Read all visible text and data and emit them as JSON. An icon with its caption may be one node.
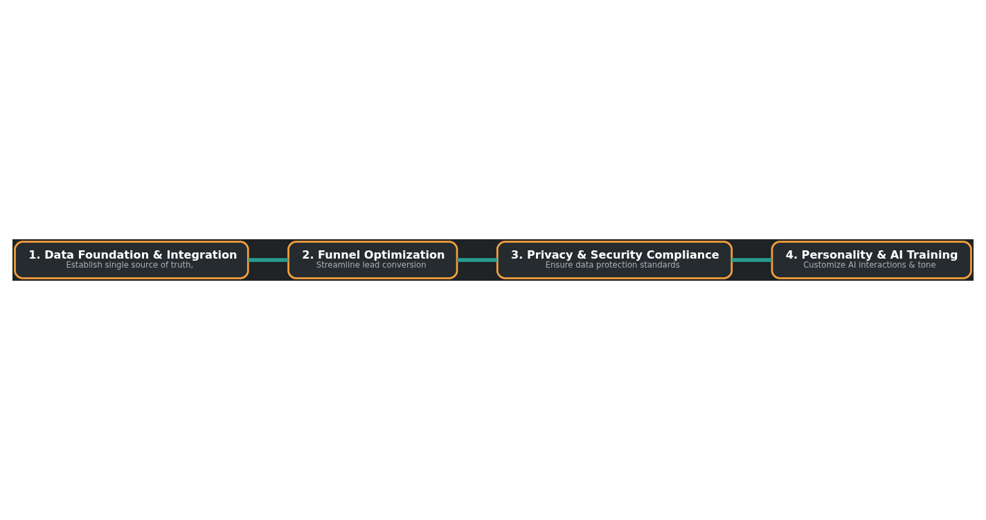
{
  "diagram": {
    "nodes": [
      {
        "text": [
          "1. Data Foundation & Integration",
          "Establish single source of truth,"
        ]
      },
      {
        "text": [
          "2. Funnel Optimization",
          "Streamline lead conversion"
        ]
      },
      {
        "text": [
          "3. Privacy & Security Compliance",
          "Ensure data protection standards"
        ]
      },
      {
        "text": [
          "4. Personality & AI Training",
          "Customize AI interactions & tone"
        ]
      }
    ],
    "edges": [
      {
        "from": 0,
        "to": 1,
        "arrow": "none"
      },
      {
        "from": 1,
        "to": 2,
        "arrow": "none"
      },
      {
        "from": 2,
        "to": 3,
        "arrow": "none"
      }
    ]
  }
}
